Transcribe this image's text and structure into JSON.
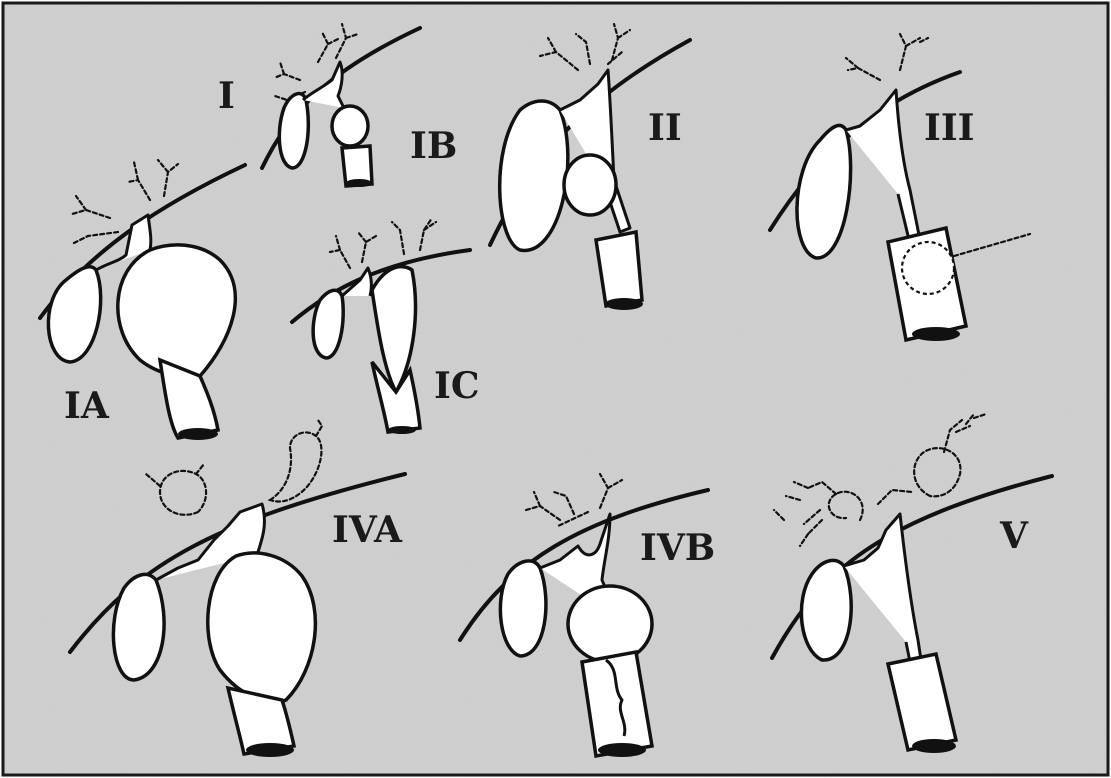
{
  "labels": {
    "I": "I",
    "IB": "IB",
    "IA": "IA",
    "IC": "IC",
    "II": "II",
    "III": "III",
    "IVA": "IVA",
    "IVB": "IVB",
    "V": "V"
  },
  "colors": {
    "background": "#cfcfcf",
    "line": "#111111",
    "organ": "#ffffff"
  }
}
